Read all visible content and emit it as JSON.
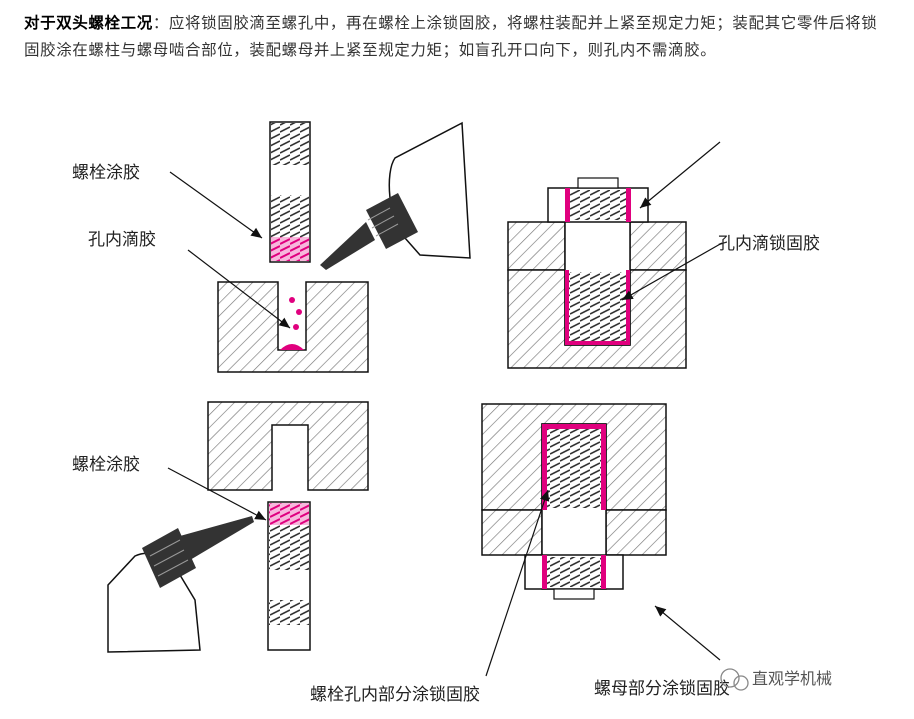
{
  "intro": {
    "heading": "对于双头螺栓工况",
    "text": "：应将锁固胶滴至螺孔中，再在螺栓上涂锁固胶，将螺柱装配并上紧至规定力矩；装配其它零件后将锁固胶涂在螺柱与螺母啮合部位，装配螺母并上紧至规定力矩；如盲孔开口向下，则孔内不需滴胶。"
  },
  "labels": {
    "bolt_glue_top": "螺栓涂胶",
    "hole_drip": "孔内滴胶",
    "hole_drip_lock": "孔内滴锁固胶",
    "bolt_glue_bottom": "螺栓涂胶",
    "bolt_hole_part": "螺栓孔内部分涂锁固胶",
    "nut_part": "螺母部分涂锁固胶"
  },
  "watermark": "直观学机械",
  "colors": {
    "glue": "#e0007e",
    "line": "#111111",
    "hatch": "#666666"
  }
}
